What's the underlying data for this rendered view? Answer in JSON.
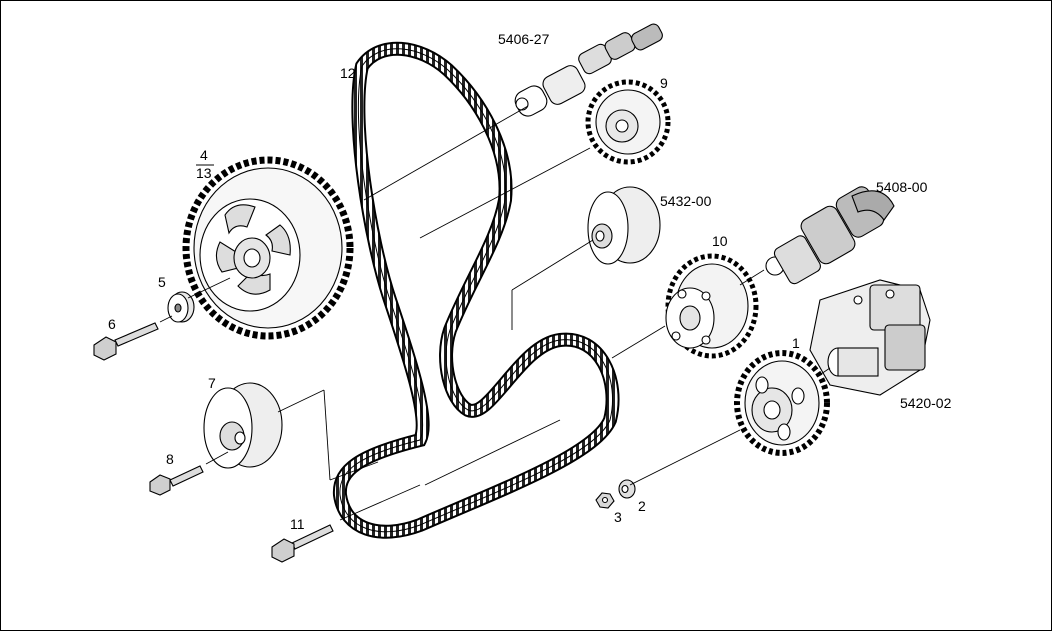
{
  "labels": {
    "camshaft": "5406-27",
    "belt": "12",
    "camshaft_gear": "9",
    "gear_fraction_top": "4",
    "gear_fraction_bottom": "13",
    "idler_assembly": "5432-00",
    "crankshaft": "5408-00",
    "crank_gear": "10",
    "washer_5": "5",
    "bolt_6": "6",
    "tensioner": "7",
    "bolt_8": "8",
    "pump_gear": "1",
    "injection_pump": "5420-02",
    "washer_2": "2",
    "nut_3": "3",
    "bolt_11": "11"
  },
  "icons": {
    "large_gear": "large-cam-gear-icon",
    "timing_belt": "toothed-belt-icon",
    "camshaft": "camshaft-icon",
    "crankshaft": "crankshaft-icon",
    "pump": "injection-pump-icon",
    "idler": "idler-pulley-icon",
    "tensioner": "tensioner-pulley-icon",
    "bolt": "bolt-icon",
    "washer": "washer-icon",
    "nut": "nut-icon"
  }
}
